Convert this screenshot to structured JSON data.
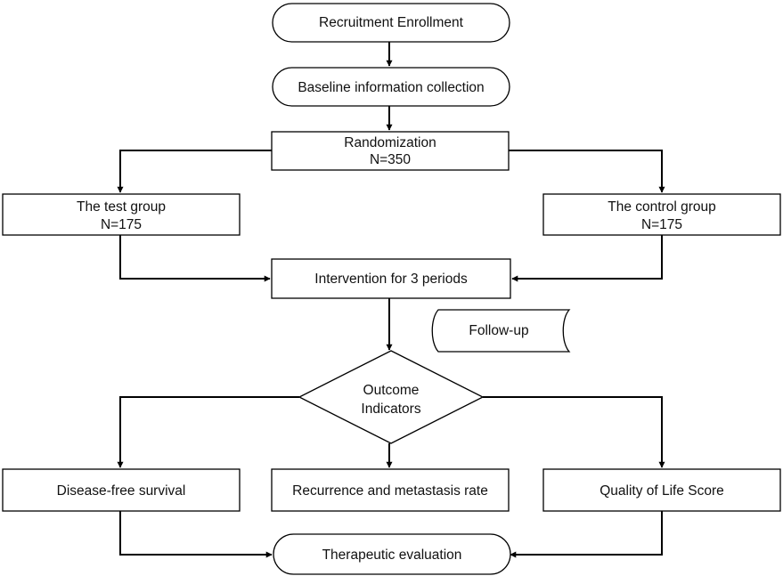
{
  "nodes": {
    "recruitment": {
      "text": "Recruitment Enrollment"
    },
    "baseline": {
      "text": "Baseline information collection"
    },
    "randomization": {
      "line1": "Randomization",
      "line2": "N=350"
    },
    "test_group": {
      "line1": "The test group",
      "line2": "N=175"
    },
    "control_group": {
      "line1": "The control group",
      "line2": "N=175"
    },
    "intervention": {
      "text": "Intervention for 3 periods"
    },
    "follow_up": {
      "text": "Follow-up"
    },
    "outcome": {
      "line1": "Outcome",
      "line2": "Indicators"
    },
    "dfs": {
      "text": "Disease-free survival"
    },
    "recurrence": {
      "text": "Recurrence and metastasis rate"
    },
    "qol": {
      "text": "Quality of Life Score"
    },
    "evaluation": {
      "text": "Therapeutic evaluation"
    }
  },
  "colors": {
    "stroke": "#000000",
    "fill": "#ffffff",
    "text": "#111111"
  }
}
